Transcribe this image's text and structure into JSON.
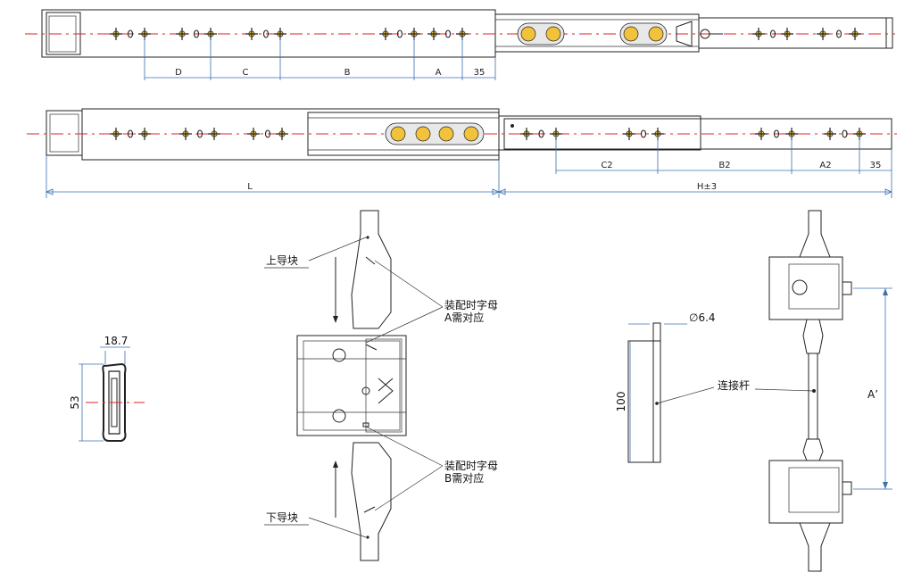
{
  "top_view": {
    "dims": {
      "D": "D",
      "C": "C",
      "B": "B",
      "A": "A",
      "end": "35"
    }
  },
  "mid_view": {
    "dims": {
      "C2": "C2",
      "B2": "B2",
      "A2": "A2",
      "end": "35",
      "L": "L",
      "H": "H±3"
    }
  },
  "section": {
    "width": "18.7",
    "height": "53"
  },
  "assembly": {
    "upper_block": "上导块",
    "lower_block": "下导块",
    "note_a_line1": "装配时字母",
    "note_a_line2": "A需对应",
    "note_b_line1": "装配时字母",
    "note_b_line2": "B需对应"
  },
  "rod": {
    "diameter": "∅6.4",
    "length": "100",
    "label": "连接杆"
  },
  "linked": {
    "span": "A’"
  },
  "colors": {
    "centerline": "#e02020",
    "dimension": "#3a6fb0",
    "hole": "#f2c23a"
  }
}
